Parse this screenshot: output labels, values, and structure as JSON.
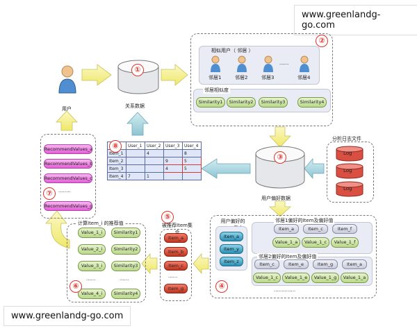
{
  "watermark_top": "www.greenlandg-go.com",
  "watermark_bottom": "www.greenlandg-go.com",
  "badges": [
    "①",
    "②",
    "③",
    "④",
    "⑤",
    "⑥",
    "⑦",
    "⑧"
  ],
  "user": {
    "label": "用户"
  },
  "db_relation": {
    "label": "关系数据"
  },
  "db_pref": {
    "label": "用户偏好数据"
  },
  "similar_users": {
    "title": "相似用户（ 邻居 ）",
    "neighbors": [
      "邻居1",
      "邻居2",
      "邻居3",
      "邻居4"
    ],
    "ellipsis": "......",
    "sim_label": "邻居相似度",
    "similarities": [
      "Similarity1",
      "Similarity2",
      "Similarity3",
      "Similarity4"
    ]
  },
  "log": {
    "title": "分析日志文件",
    "items": [
      "Log",
      "Log",
      "Log"
    ]
  },
  "matrix": {
    "header": [
      "",
      "User_1",
      "User_2",
      "User_3",
      "User_4"
    ],
    "rows": [
      [
        "Item_1",
        "",
        "4",
        "",
        "8"
      ],
      [
        "Item_2",
        "",
        "",
        "9",
        "5"
      ],
      [
        "Item_3",
        "",
        "",
        "4",
        "5"
      ],
      [
        "Item_4",
        "7",
        "1",
        "",
        ""
      ]
    ]
  },
  "recommend": {
    "items": [
      "RecommendValues_a",
      "RecommendValues_b",
      "RecommendValues_c",
      "RecommendValues_g"
    ],
    "ellipsis": "........"
  },
  "user_pref": {
    "title": "用户偏好的Item集合",
    "items": [
      "Item_a",
      "Item_y",
      "Item_z"
    ]
  },
  "neighbor1": {
    "title": "邻居1偏好的Item及偏好值",
    "items": [
      "Item_a",
      "Item_c",
      "Item_f"
    ],
    "values": [
      "Value_1_a",
      "Value_1_c",
      "Value_1_f"
    ]
  },
  "neighbor2": {
    "title": "邻居2偏好的Item及偏好值",
    "items": [
      "Item_c",
      "Item_e",
      "Item_g",
      "Item_a"
    ],
    "values": [
      "Value_1_c",
      "Value_1_e",
      "Value_1_g",
      "Value_1_a"
    ]
  },
  "ellipsis_long": "..............",
  "recommended": {
    "title": "被推荐Item集合",
    "items": [
      "Item_a",
      "Item_b",
      "Item_c",
      "Item_g"
    ],
    "ellipsis": "......"
  },
  "calc": {
    "title": "计算Item_i 的推荐值",
    "values": [
      "Value_1_i",
      "Value_2_i",
      "Value_3_i",
      "Value_4_i"
    ],
    "similarities": [
      "Similarity1",
      "Similarity2",
      "Similarity3",
      "Similarity4"
    ],
    "ellipsis": "......"
  },
  "colors": {
    "arrow_yellow": "#f6f19a",
    "arrow_blue": "#a9d4de",
    "badge": "#e0332b"
  }
}
